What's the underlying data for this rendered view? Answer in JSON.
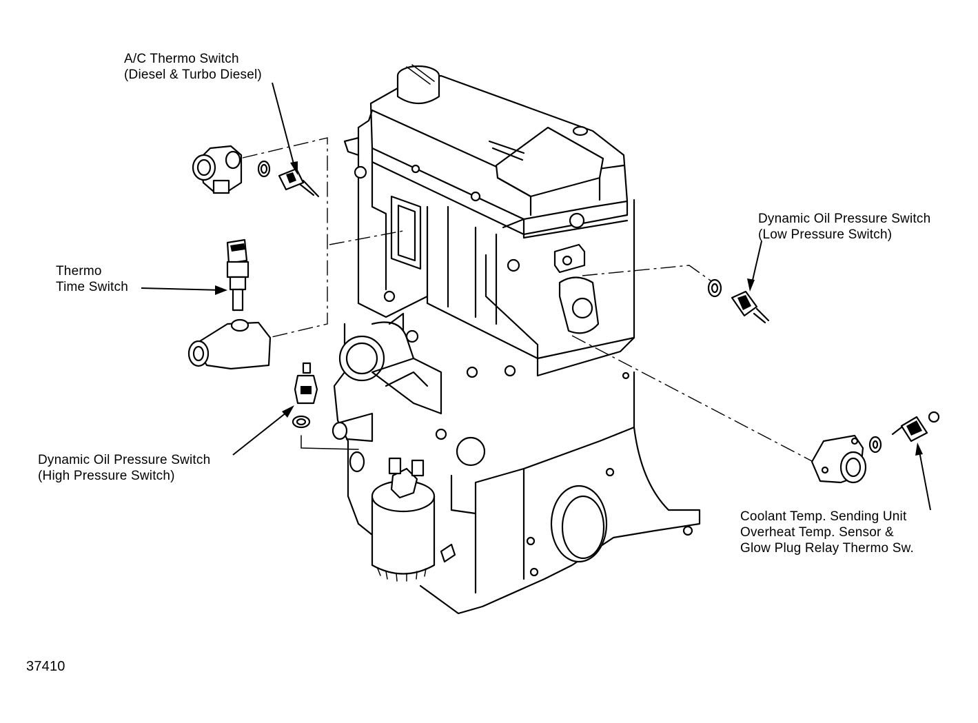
{
  "labels": {
    "ac_thermo_switch": [
      "A/C Thermo Switch",
      "(Diesel & Turbo Diesel)"
    ],
    "thermo_time_switch": [
      "Thermo",
      "Time Switch"
    ],
    "dyn_oil_low": [
      "Dynamic Oil Pressure Switch",
      "(Low Pressure Switch)"
    ],
    "dyn_oil_high": [
      "Dynamic Oil Pressure Switch",
      "(High Pressure Switch)"
    ],
    "coolant_temp": [
      "Coolant Temp. Sending Unit",
      "Overheat Temp. Sensor &",
      "Glow Plug Relay Thermo Sw."
    ]
  },
  "figure_number": "37410"
}
